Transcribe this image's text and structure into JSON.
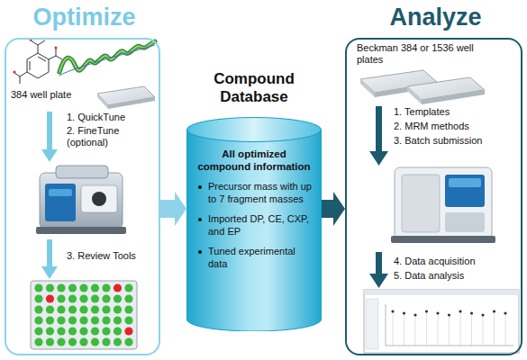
{
  "diagram": {
    "nodes": [
      {
        "text": [
          "Optimize"
        ]
      },
      {
        "text": [
          "Compound Database",
          "All optimized compound information",
          "Precursor mass with up to 7 fragment masses",
          "Imported DP, CE, CXP, and EP",
          "Tuned experimental data"
        ]
      },
      {
        "text": [
          "Analyze"
        ]
      }
    ],
    "edges": [
      {
        "from": 0,
        "to": 1,
        "arrow": "to"
      },
      {
        "from": 1,
        "to": 2,
        "arrow": "to"
      }
    ],
    "labels": [
      "384 well plate",
      "1. QuickTune",
      "2. FineTune (optional)",
      "3. Review Tools",
      "Beckman 384 or 1536 well plates",
      "1. Templates",
      "2. MRM methods",
      "3. Batch submission",
      "4. Data acquisition",
      "5. Data analysis"
    ]
  }
}
